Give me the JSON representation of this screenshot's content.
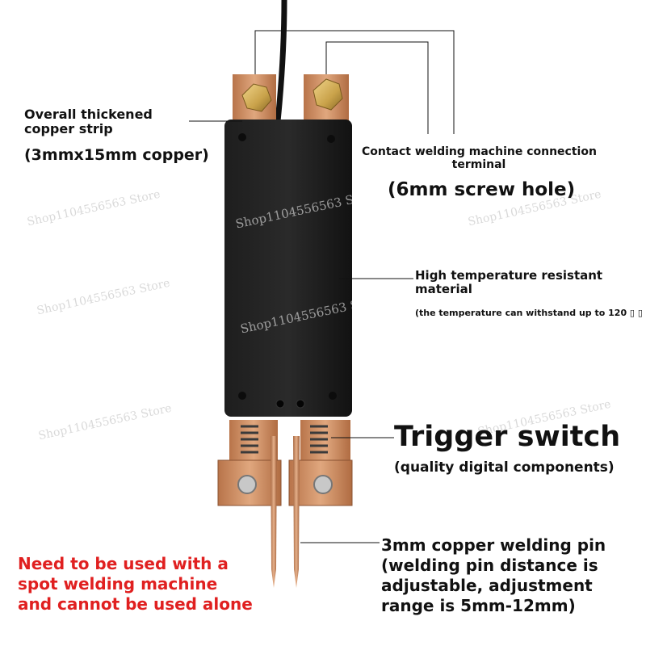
{
  "labels": {
    "copper_strip_line1": "Overall thickened",
    "copper_strip_line2": "copper strip",
    "copper_strip_spec": "(3mmx15mm copper)",
    "terminal_line1": "Contact welding machine connection",
    "terminal_line2": "terminal",
    "terminal_spec": "(6mm screw hole)",
    "material_line1": "High temperature resistant",
    "material_line2": "material",
    "material_note": "(the temperature can withstand up to 120 ▯ ▯",
    "trigger_title": "Trigger switch",
    "trigger_note": "(quality digital components)",
    "pin_line1": "3mm copper welding pin",
    "pin_line2": "(welding pin distance is",
    "pin_line3": "adjustable, adjustment",
    "pin_line4": "range is 5mm-12mm)",
    "warning_line1": "Need to be used with a",
    "warning_line2": "spot welding machine",
    "warning_line3": "and cannot be used alone"
  },
  "watermark": "Shop1104556563 Store",
  "colors": {
    "warning_text": "#e02020",
    "body_black": "#141414",
    "copper": "#c98a5e",
    "brass": "#c9a24a"
  }
}
